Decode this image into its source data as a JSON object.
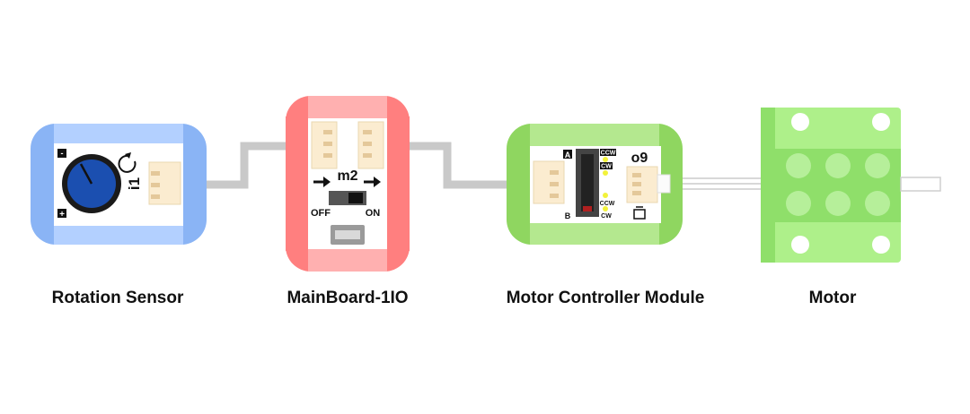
{
  "modules": [
    {
      "id": "rotation",
      "caption": "Rotation Sensor",
      "code": "i1",
      "plus": "+",
      "minus": "-"
    },
    {
      "id": "mainboard",
      "caption": "MainBoard-1IO",
      "code": "m2",
      "off": "OFF",
      "on": "ON"
    },
    {
      "id": "motorctl",
      "caption": "Motor Controller Module",
      "code": "o9",
      "port_a": "A",
      "port_b": "B",
      "leds": [
        "CCW",
        "CW",
        "CCW",
        "CW"
      ]
    },
    {
      "id": "motor",
      "caption": "Motor"
    }
  ],
  "colors": {
    "rotation_frame": "#8ab4f5",
    "rotation_frame_light": "#b3d0ff",
    "mainboard_frame": "#ff7f7f",
    "mainboard_frame_light": "#ffb0b0",
    "motorctl_frame": "#8fd660",
    "motorctl_frame_light": "#b4e88f",
    "motor_body": "#8fdf6a",
    "motor_body_light": "#aef08a",
    "wire": "#c9c9c9",
    "connector": "#fbecd0"
  }
}
